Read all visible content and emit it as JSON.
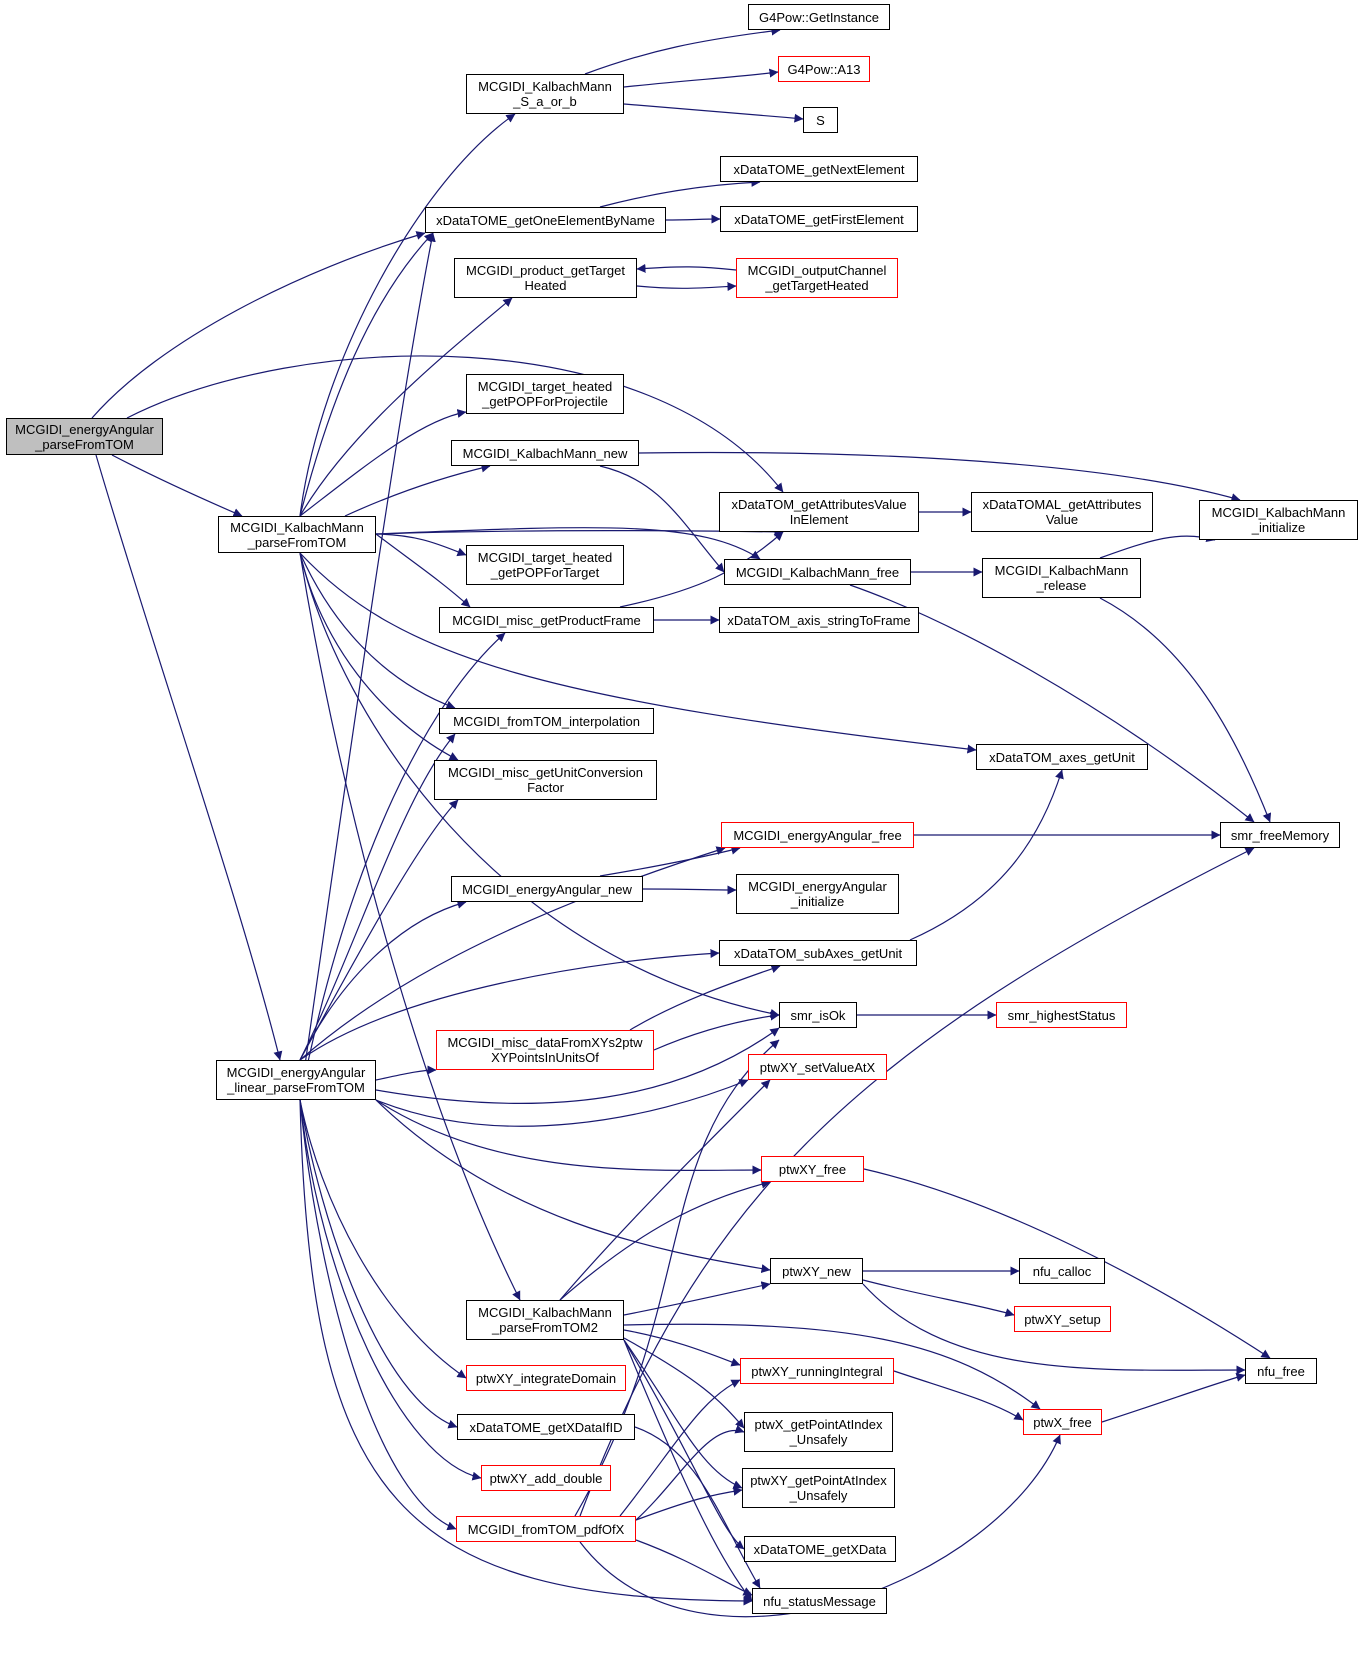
{
  "colors": {
    "edge": "#191970",
    "normal_border": "#000000",
    "incomplete_border": "#ff0000",
    "root_fill": "#bfbfbf",
    "node_fill": "#ffffff"
  },
  "nodes": {
    "energyAngular_parseFromTOM": {
      "label": "MCGIDI_energyAngular\n_parseFromTOM",
      "root": true
    },
    "KalbachMann_S_a_or_b": {
      "label": "MCGIDI_KalbachMann\n_S_a_or_b"
    },
    "G4Pow_GetInstance": {
      "label": "G4Pow::GetInstance"
    },
    "G4Pow_A13": {
      "label": "G4Pow::A13",
      "red": true
    },
    "S": {
      "label": "S"
    },
    "getNextElement": {
      "label": "xDataTOME_getNextElement"
    },
    "getOneElementByName": {
      "label": "xDataTOME_getOneElementByName"
    },
    "getFirstElement": {
      "label": "xDataTOME_getFirstElement"
    },
    "product_getTargetHeated": {
      "label": "MCGIDI_product_getTarget\nHeated"
    },
    "outputChannel_getTargetHeated": {
      "label": "MCGIDI_outputChannel\n_getTargetHeated",
      "red": true
    },
    "target_heated_getPOPForProjectile": {
      "label": "MCGIDI_target_heated\n_getPOPForProjectile"
    },
    "KalbachMann_new": {
      "label": "MCGIDI_KalbachMann_new"
    },
    "getAttributesValueInElement": {
      "label": "xDataTOM_getAttributesValue\nInElement"
    },
    "TOMAL_getAttributesValue": {
      "label": "xDataTOMAL_getAttributes\nValue"
    },
    "KalbachMann_initialize": {
      "label": "MCGIDI_KalbachMann\n_initialize"
    },
    "KalbachMann_parseFromTOM": {
      "label": "MCGIDI_KalbachMann\n_parseFromTOM"
    },
    "target_heated_getPOPForTarget": {
      "label": "MCGIDI_target_heated\n_getPOPForTarget"
    },
    "KalbachMann_free": {
      "label": "MCGIDI_KalbachMann_free"
    },
    "KalbachMann_release": {
      "label": "MCGIDI_KalbachMann\n_release"
    },
    "misc_getProductFrame": {
      "label": "MCGIDI_misc_getProductFrame"
    },
    "axis_stringToFrame": {
      "label": "xDataTOM_axis_stringToFrame"
    },
    "fromTOM_interpolation": {
      "label": "MCGIDI_fromTOM_interpolation"
    },
    "axes_getUnit": {
      "label": "xDataTOM_axes_getUnit"
    },
    "misc_getUnitConversionFactor": {
      "label": "MCGIDI_misc_getUnitConversion\nFactor"
    },
    "energyAngular_free": {
      "label": "MCGIDI_energyAngular_free",
      "red": true
    },
    "smr_freeMemory": {
      "label": "smr_freeMemory"
    },
    "energyAngular_new": {
      "label": "MCGIDI_energyAngular_new"
    },
    "energyAngular_initialize": {
      "label": "MCGIDI_energyAngular\n_initialize"
    },
    "subAxes_getUnit": {
      "label": "xDataTOM_subAxes_getUnit"
    },
    "smr_isOk": {
      "label": "smr_isOk"
    },
    "smr_highestStatus": {
      "label": "smr_highestStatus",
      "red": true
    },
    "misc_dataFromXYs2ptwXYPoints": {
      "label": "MCGIDI_misc_dataFromXYs2ptw\nXYPointsInUnitsOf",
      "red": true
    },
    "energyAngular_linear_parseFromTOM": {
      "label": "MCGIDI_energyAngular\n_linear_parseFromTOM"
    },
    "ptwXY_setValueAtX": {
      "label": "ptwXY_setValueAtX",
      "red": true
    },
    "ptwXY_free": {
      "label": "ptwXY_free",
      "red": true
    },
    "ptwXY_new": {
      "label": "ptwXY_new"
    },
    "nfu_calloc": {
      "label": "nfu_calloc"
    },
    "KalbachMann_parseFromTOM2": {
      "label": "MCGIDI_KalbachMann\n_parseFromTOM2"
    },
    "ptwXY_setup": {
      "label": "ptwXY_setup",
      "red": true
    },
    "nfu_free": {
      "label": "nfu_free"
    },
    "ptwXY_runningIntegral": {
      "label": "ptwXY_runningIntegral",
      "red": true
    },
    "ptwXY_integrateDomain": {
      "label": "ptwXY_integrateDomain",
      "red": true
    },
    "ptwX_free": {
      "label": "ptwX_free",
      "red": true
    },
    "ptwX_getPointAtIndex_Unsafely": {
      "label": "ptwX_getPointAtIndex\n_Unsafely"
    },
    "getXDataIfID": {
      "label": "xDataTOME_getXDataIfID"
    },
    "ptwXY_add_double": {
      "label": "ptwXY_add_double",
      "red": true
    },
    "ptwXY_getPointAtIndex_Unsafely": {
      "label": "ptwXY_getPointAtIndex\n_Unsafely"
    },
    "fromTOM_pdfOfX": {
      "label": "MCGIDI_fromTOM_pdfOfX",
      "red": true
    },
    "getXData": {
      "label": "xDataTOME_getXData"
    },
    "nfu_statusMessage": {
      "label": "nfu_statusMessage"
    }
  }
}
